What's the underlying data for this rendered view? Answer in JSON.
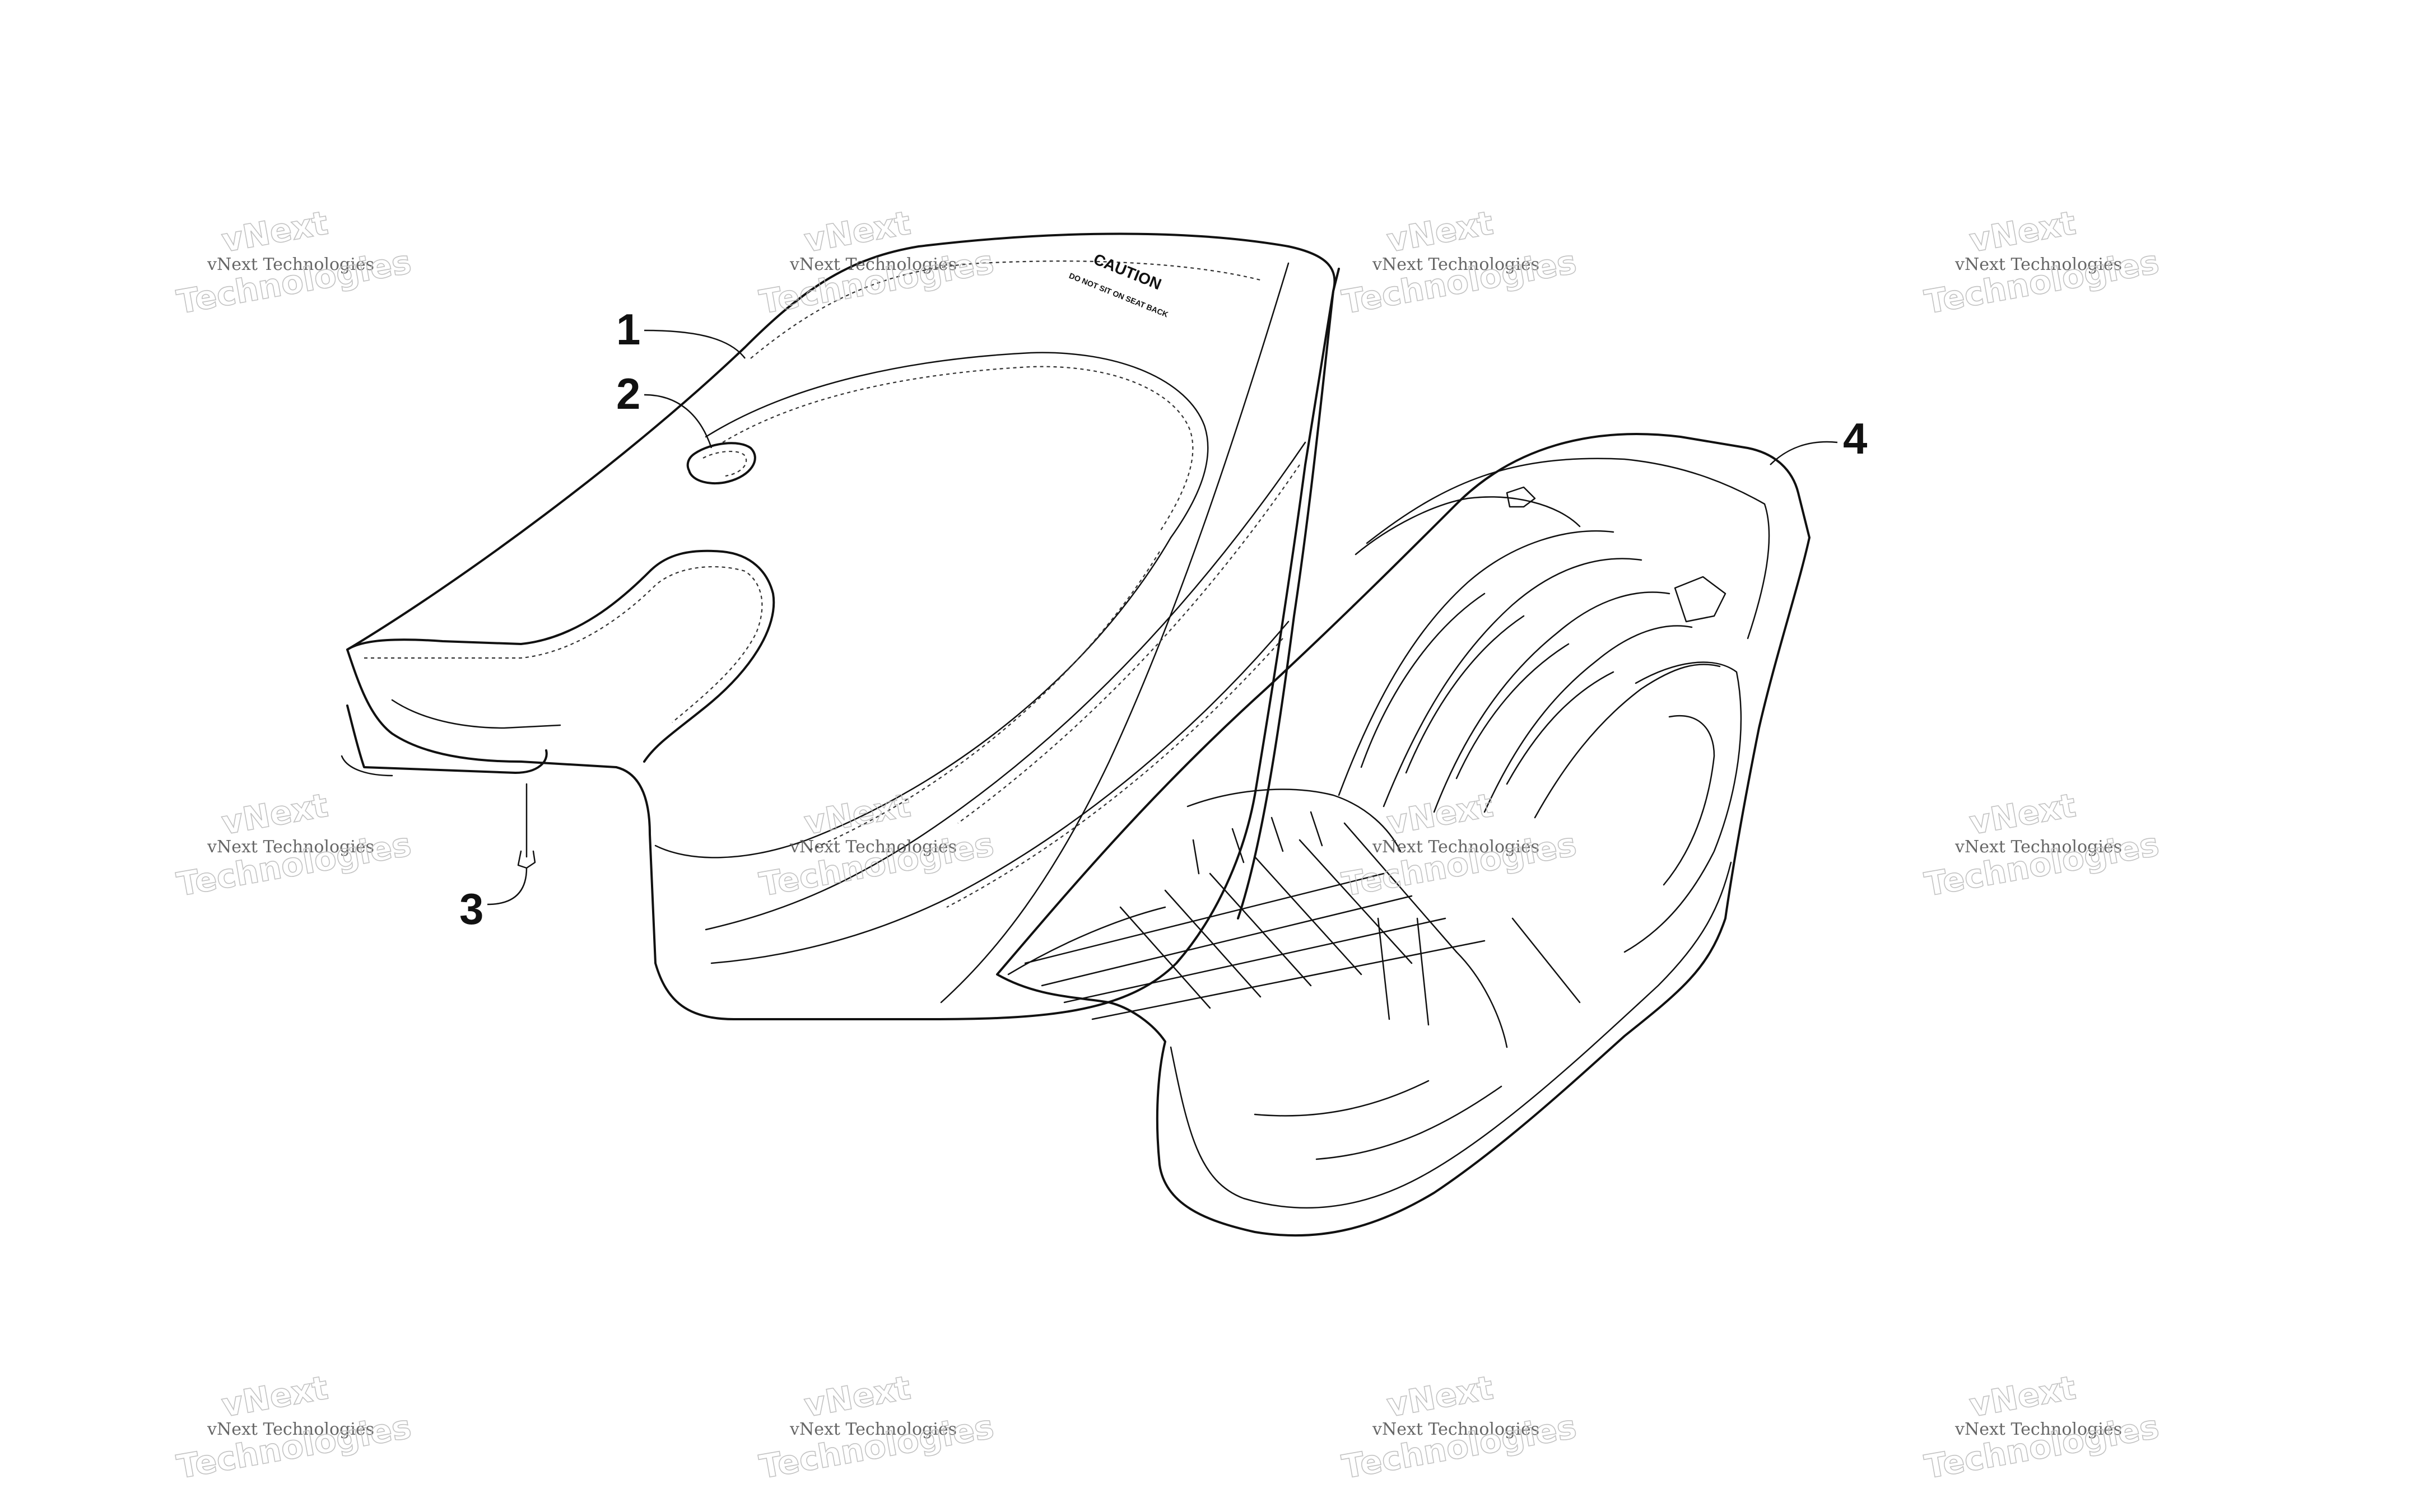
{
  "callouts": [
    {
      "id": "1",
      "label": "1"
    },
    {
      "id": "2",
      "label": "2"
    },
    {
      "id": "3",
      "label": "3"
    },
    {
      "id": "4",
      "label": "4"
    }
  ],
  "decal": {
    "title": "CAUTION",
    "subtitle": "DO NOT SIT ON SEAT BACK"
  },
  "watermark": {
    "line_small": "vNext Technologies",
    "line_big_top": "vNext",
    "line_big_bottom": "Technologies"
  }
}
